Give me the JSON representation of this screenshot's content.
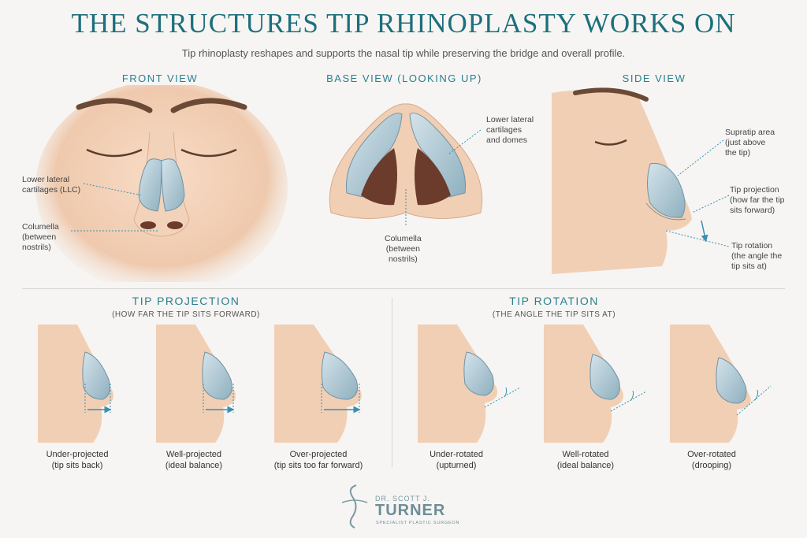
{
  "header": {
    "title": "THE STRUCTURES TIP RHINOPLASTY WORKS ON",
    "subtitle": "Tip rhinoplasty reshapes and supports the nasal tip while preserving the bridge and overall profile."
  },
  "views": {
    "front": {
      "title": "FRONT VIEW",
      "labels": {
        "llc": "Lower lateral\ncartilages (LLC)",
        "columella": "Columella\n(between\nnostrils)"
      }
    },
    "base": {
      "title": "BASE VIEW (LOOKING UP)",
      "labels": {
        "llc_domes": "Lower lateral\ncartilages\nand domes",
        "columella": "Columella\n(between\nnostrils)"
      }
    },
    "side": {
      "title": "SIDE VIEW",
      "labels": {
        "supratip": "Supratip area\n(just above\nthe tip)",
        "projection": "Tip projection\n(how far the tip\nsits forward)",
        "rotation": "Tip rotation\n(the angle the\ntip sits at)"
      }
    }
  },
  "projection_section": {
    "title": "TIP PROJECTION",
    "subtitle": "(HOW FAR THE TIP SITS FORWARD)",
    "items": [
      {
        "caption": "Under-projected\n(tip sits back)"
      },
      {
        "caption": "Well-projected\n(ideal balance)"
      },
      {
        "caption": "Over-projected\n(tip sits too far forward)"
      }
    ]
  },
  "rotation_section": {
    "title": "TIP ROTATION",
    "subtitle": "(THE ANGLE THE TIP SITS AT)",
    "items": [
      {
        "caption": "Under-rotated\n(upturned)"
      },
      {
        "caption": "Well-rotated\n(ideal balance)"
      },
      {
        "caption": "Over-rotated\n(drooping)"
      }
    ]
  },
  "logo": {
    "line1": "DR. SCOTT J.",
    "line2": "TURNER",
    "line3": "SPECIALIST PLASTIC SURGEON"
  },
  "colors": {
    "accent": "#1d6f7c",
    "skin": "#f0cdb2",
    "cartilage": "#a9c3cf",
    "guide": "#3a8fb0"
  }
}
